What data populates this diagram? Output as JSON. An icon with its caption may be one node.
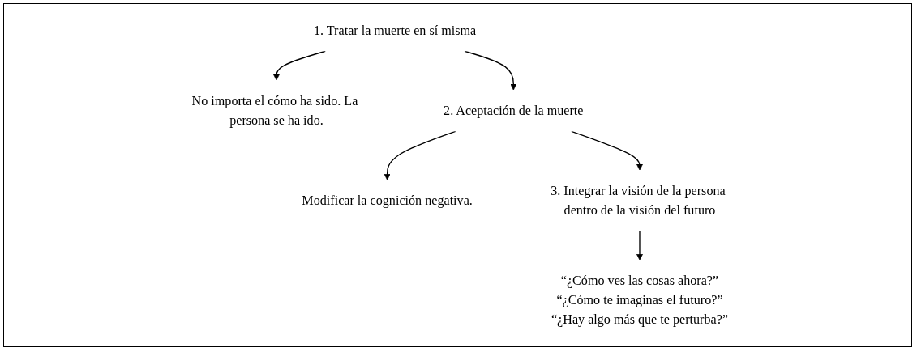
{
  "diagram": {
    "nodes": [
      {
        "text": [
          "1. Tratar la muerte en sí misma"
        ]
      },
      {
        "text": [
          "No importa el cómo ha sido. La persona se ha ido."
        ]
      },
      {
        "text": [
          "2. Aceptación de la muerte"
        ]
      },
      {
        "text": [
          "Modificar la cognición negativa."
        ]
      },
      {
        "text": [
          "3. Integrar la visión de la persona dentro de la visión del futuro"
        ]
      },
      {
        "text": [
          "“¿Cómo ves las cosas ahora?”",
          "“¿Cómo te imaginas el futuro?”",
          "“¿Hay algo más que te perturba?”"
        ]
      }
    ],
    "edges": [
      {
        "from": 0,
        "to": 1,
        "arrow": "to"
      },
      {
        "from": 0,
        "to": 2,
        "arrow": "to"
      },
      {
        "from": 2,
        "to": 3,
        "arrow": "to"
      },
      {
        "from": 2,
        "to": 4,
        "arrow": "to"
      },
      {
        "from": 4,
        "to": 5,
        "arrow": "to"
      }
    ]
  }
}
